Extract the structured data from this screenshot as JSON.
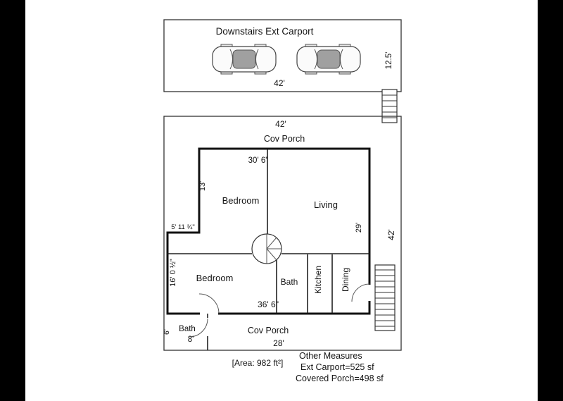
{
  "colors": {
    "background": "#000000",
    "paper": "#ffffff",
    "ink": "#141414"
  },
  "carport": {
    "title": "Downstairs Ext Carport",
    "width": "42'",
    "depth": "12.5'"
  },
  "plan": {
    "porch_width_top": "42'",
    "cov_porch_top": "Cov Porch",
    "unit_width": "30' 6\"",
    "dim_left_upper": "13'",
    "bedroom_upper": "Bedroom",
    "living": "Living",
    "dim_right": "29'",
    "dim_far_right": "42'",
    "dim_step": "5' 11 ¾\"",
    "dim_left_lower": "16' 0 ½\"",
    "bedroom_lower": "Bedroom",
    "bath": "Bath",
    "kitchen": "Kitchen",
    "dining": "Dining",
    "unit_width_bottom": "36' 6\""
  },
  "porch": {
    "bath": "Bath",
    "bath_width": "8'",
    "bath_depth": "6'",
    "cov_porch": "Cov Porch",
    "width": "28'"
  },
  "summary": {
    "area": "[Area: 982 ft²]",
    "other_title": "Other Measures",
    "ext_carport": "Ext Carport=525 sf",
    "covered_porch": "Covered Porch=498 sf"
  }
}
